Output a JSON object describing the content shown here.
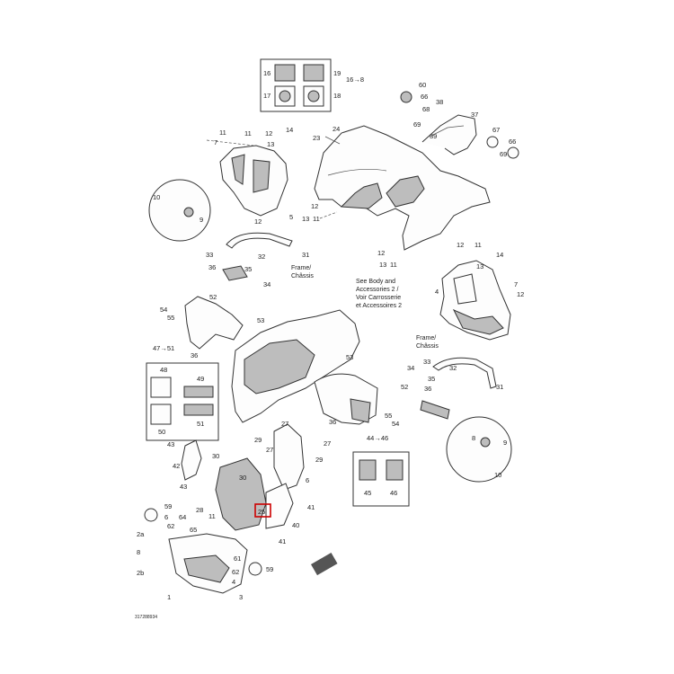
{
  "diagram_code": "317288934",
  "title_ref": "16→8",
  "notes": {
    "see_body": [
      "See Body and",
      "Accessories 2 /",
      "Voir Carrosserie",
      "et Accessoires 2"
    ],
    "frame_1": [
      "Frame/",
      "Châssis"
    ],
    "frame_2": [
      "Frame/",
      "Châssis"
    ]
  },
  "labels": {
    "n1": "1",
    "n2a": "2a",
    "n2b": "2b",
    "n3": "3",
    "n4a": "4",
    "n4b": "4",
    "n5": "5",
    "n6a": "6",
    "n6b": "6",
    "n7a": "7",
    "n7b": "7",
    "n8a": "8",
    "n8b": "8",
    "n9a": "9",
    "n9b": "9",
    "n10a": "10",
    "n10b": "10",
    "n11a": "11",
    "n11b": "11",
    "n11c": "11",
    "n11d": "11",
    "n11e": "11",
    "n12a": "12",
    "n12b": "12",
    "n12c": "12",
    "n12d": "12",
    "n12e": "12",
    "n12f": "12",
    "n12g": "12",
    "n13a": "13",
    "n13b": "13",
    "n13c": "13",
    "n13d": "13",
    "n14a": "14",
    "n14b": "14",
    "n16": "16",
    "n17": "17",
    "n18": "18",
    "n19": "19",
    "n23": "23",
    "n24": "24",
    "n25": "25",
    "n27a": "27",
    "n27b": "27",
    "n28": "28",
    "n29a": "29",
    "n29b": "29",
    "n30a": "30",
    "n30b": "30",
    "n31a": "31",
    "n31b": "31",
    "n32a": "32",
    "n32b": "32",
    "n33a": "33",
    "n33b": "33",
    "n34a": "34",
    "n34b": "34",
    "n35a": "35",
    "n35b": "35",
    "n36a": "36",
    "n36b": "36",
    "n37": "37",
    "n38": "38",
    "n39": "39",
    "n40": "40",
    "n41a": "41",
    "n41b": "41",
    "n42": "42",
    "n43a": "43",
    "n43b": "43",
    "n45": "45",
    "n46": "46",
    "n48": "48",
    "n49": "49",
    "n50": "50",
    "n51": "51",
    "n52a": "52",
    "n52b": "52",
    "n53a": "53",
    "n53b": "53",
    "n54a": "54",
    "n54b": "54",
    "n55a": "55",
    "n55b": "55",
    "n59": "59",
    "n60": "60",
    "n61": "61",
    "n62": "62",
    "n64": "64",
    "n65": "65",
    "n66a": "66",
    "n66b": "66",
    "n67": "67",
    "n68": "68",
    "n69": "69",
    "n44_46": "44→46",
    "n47_51": "47→51"
  },
  "highlight_label": "25"
}
